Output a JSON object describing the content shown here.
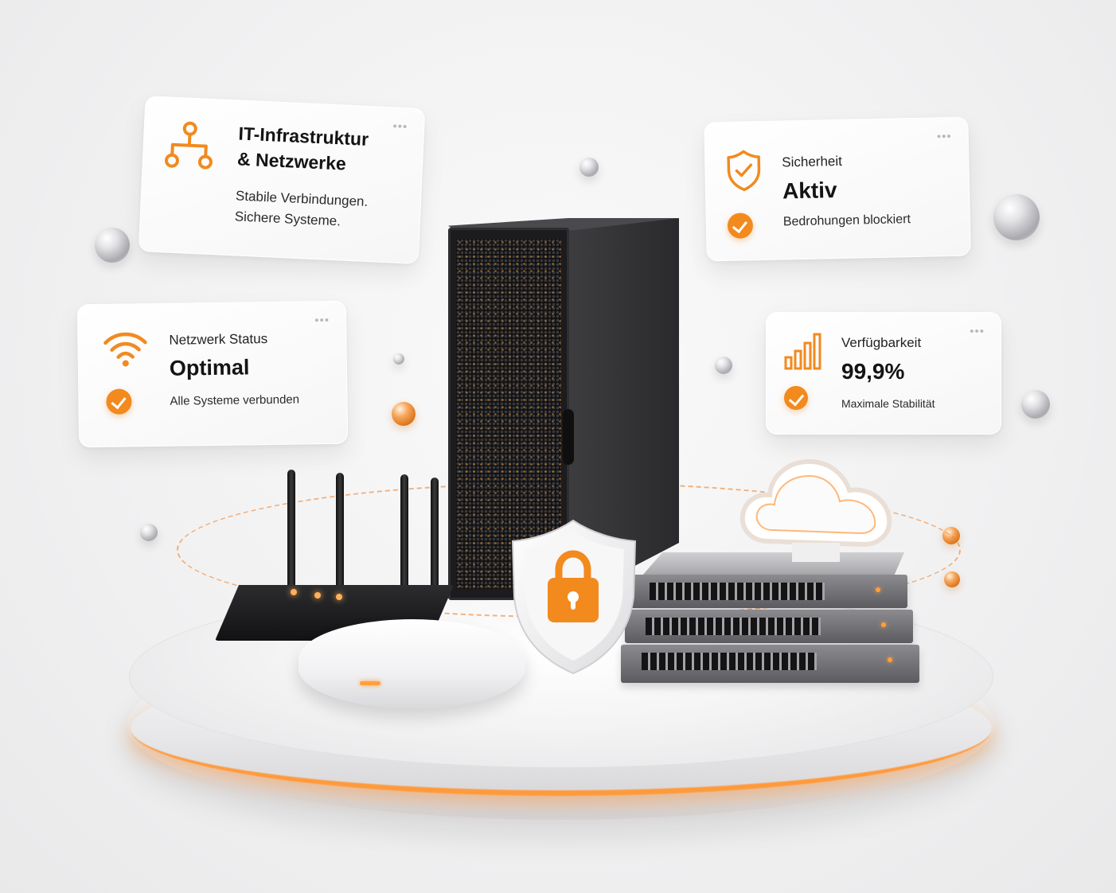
{
  "cards": {
    "infrastructure": {
      "title_line1": "IT-Infrastruktur",
      "title_line2": "& Netzwerke",
      "subtitle_line1": "Stabile Verbindungen.",
      "subtitle_line2": "Sichere Systeme.",
      "icon": "network-tree-icon",
      "menu": "•••"
    },
    "network_status": {
      "label": "Netzwerk Status",
      "value": "Optimal",
      "detail": "Alle Systeme verbunden",
      "icon": "wifi-icon",
      "menu": "•••"
    },
    "security": {
      "label": "Sicherheit",
      "value": "Aktiv",
      "detail": "Bedrohungen blockiert",
      "icon": "shield-check-icon",
      "menu": "•••"
    },
    "availability": {
      "label": "Verfügbarkeit",
      "value": "99,9%",
      "detail": "Maximale Stabilität",
      "icon": "signal-bars-icon",
      "menu": "•••"
    }
  },
  "colors": {
    "accent": "#f28a1e",
    "background": "#f2f2f3",
    "text_dark": "#141416"
  }
}
